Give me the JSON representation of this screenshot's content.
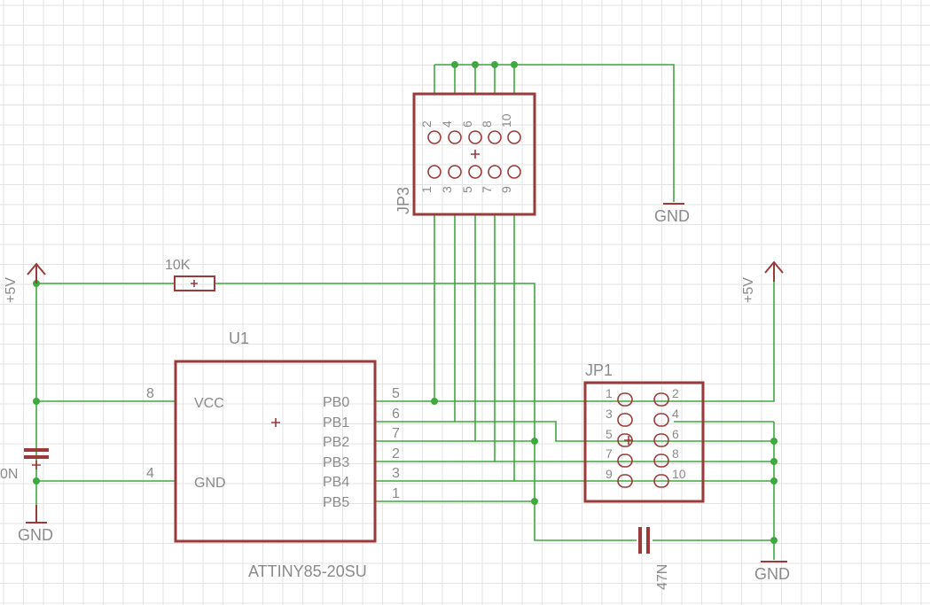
{
  "supply": {
    "left_label": "+5V",
    "right_label": "+5V"
  },
  "resistor": {
    "value": "10K"
  },
  "capacitors": {
    "decoupling_value": "0N",
    "reset_value": "47N"
  },
  "grounds": {
    "left": "GND",
    "jp3": "GND",
    "right": "GND"
  },
  "u1": {
    "name": "U1",
    "part": "ATTINY85-20SU",
    "left_pins": [
      {
        "num": "8",
        "label": "VCC"
      },
      {
        "num": "4",
        "label": "GND"
      }
    ],
    "right_pins": [
      {
        "num": "5",
        "label": "PB0"
      },
      {
        "num": "6",
        "label": "PB1"
      },
      {
        "num": "7",
        "label": "PB2"
      },
      {
        "num": "2",
        "label": "PB3"
      },
      {
        "num": "3",
        "label": "PB4"
      },
      {
        "num": "1",
        "label": "PB5"
      }
    ]
  },
  "jp3": {
    "name": "JP3",
    "top_pins": [
      "2",
      "4",
      "6",
      "8",
      "10"
    ],
    "bottom_pins": [
      "1",
      "3",
      "5",
      "7",
      "9"
    ]
  },
  "jp1": {
    "name": "JP1",
    "left_pins": [
      "1",
      "3",
      "5",
      "7",
      "9"
    ],
    "right_pins": [
      "2",
      "4",
      "6",
      "8",
      "10"
    ]
  }
}
